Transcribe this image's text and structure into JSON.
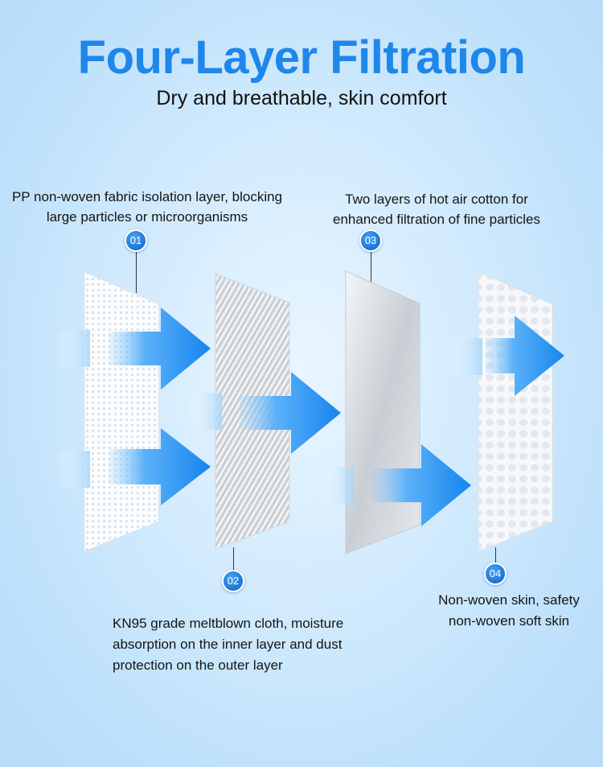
{
  "header": {
    "title": "Four-Layer Filtration",
    "subtitle": "Dry and breathable, skin comfort"
  },
  "layers": [
    {
      "number": "01",
      "description": "PP non-woven fabric isolation layer, blocking large particles or microorganisms"
    },
    {
      "number": "02",
      "description": "KN95 grade meltblown cloth, moisture absorption on the inner layer and dust protection on the outer layer"
    },
    {
      "number": "03",
      "description": "Two layers of hot air cotton for enhanced filtration of fine particles"
    },
    {
      "number": "04",
      "description": "Non-woven skin, safety non-woven soft skin"
    }
  ],
  "colors": {
    "title": "#1f86ea",
    "badge": "#1b74d8",
    "arrow": "#1e8ff0",
    "background": "#c6e4fb"
  }
}
